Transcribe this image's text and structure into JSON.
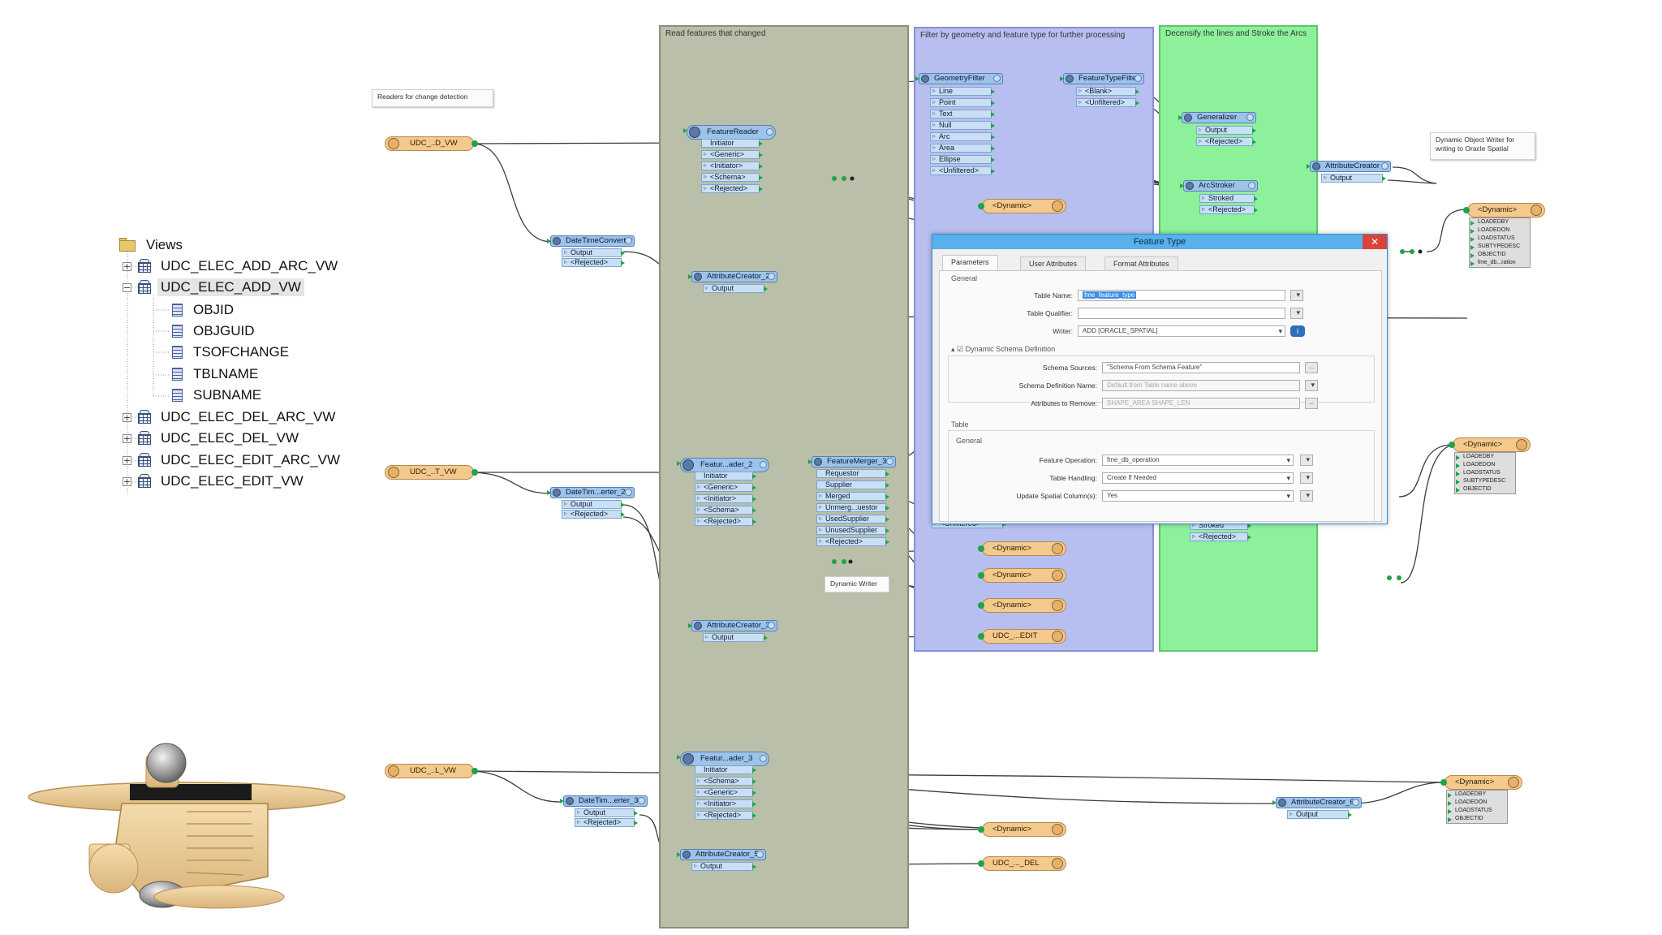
{
  "tree": {
    "root": "Views",
    "items": [
      {
        "label": "UDC_ELEC_ADD_ARC_VW",
        "expanded": false,
        "selected": false
      },
      {
        "label": "UDC_ELEC_ADD_VW",
        "expanded": true,
        "selected": true
      },
      {
        "label": "UDC_ELEC_DEL_ARC_VW",
        "expanded": false,
        "selected": false
      },
      {
        "label": "UDC_ELEC_DEL_VW",
        "expanded": false,
        "selected": false
      },
      {
        "label": "UDC_ELEC_EDIT_ARC_VW",
        "expanded": false,
        "selected": false
      },
      {
        "label": "UDC_ELEC_EDIT_VW",
        "expanded": false,
        "selected": false
      }
    ],
    "columns": [
      "OBJID",
      "OBJGUID",
      "TSOFCHANGE",
      "TBLNAME",
      "SUBNAME"
    ]
  },
  "bookmarks": {
    "read": "Read features that changed",
    "filter": "Filter by geometry and feature type for further processing",
    "densify": "Decensify the lines and Stroke the Arcs"
  },
  "colors": {
    "bookmark_read": "#b9bfa8",
    "bookmark_filter": "#b7bff0",
    "bookmark_densify": "#8df09a",
    "transformer": "#9cc3ea",
    "feature_type": "#f3c98e",
    "link": "#3c3c3c",
    "dialog_title": "#59b0ea"
  },
  "annotations": {
    "readers": "Readers for change detection",
    "writer": "Dynamic Object Writer for writing to Oracle Spatial",
    "dynamic_writer": "Dynamic Writer"
  },
  "readers": {
    "r1": "UDC_..D_VW",
    "r2": "UDC_..T_VW",
    "r3": "UDC_..L_VW"
  },
  "transformers": {
    "dtc1": {
      "name": "DateTimeConverter",
      "ports": [
        "Output",
        "<Rejected>"
      ]
    },
    "dtc2": {
      "name": "DateTim...erter_2",
      "ports": [
        "Output",
        "<Rejected>"
      ]
    },
    "dtc3": {
      "name": "DateTim...erter_3",
      "ports": [
        "Output",
        "<Rejected>"
      ]
    },
    "fr1": {
      "name": "FeatureReader",
      "ports": [
        "Initiator",
        "<Generic>",
        "<Initiator>",
        "<Schema>",
        "<Rejected>"
      ]
    },
    "fr2": {
      "name": "Featur...ader_2",
      "ports": [
        "Initiator",
        "<Generic>",
        "<Initiator>",
        "<Schema>",
        "<Rejected>"
      ]
    },
    "fr3": {
      "name": "Featur...ader_3",
      "ports": [
        "Initiator",
        "<Schema>",
        "<Generic>",
        "<Initiator>",
        "<Rejected>"
      ]
    },
    "ac2": {
      "name": "AttributeCreator_2",
      "ports": [
        "Output"
      ]
    },
    "ac3": {
      "name": "AttributeCreator_3",
      "ports": [
        "Output"
      ]
    },
    "ac5": {
      "name": "AttributeCreator_5",
      "ports": [
        "Output"
      ]
    },
    "ac6": {
      "name": "AttributeCreator_6",
      "ports": [
        "Output"
      ]
    },
    "ac": {
      "name": "AttributeCreator",
      "ports": [
        "Output"
      ]
    },
    "fm3": {
      "name": "FeatureMerger_3",
      "ports": [
        "Requestor",
        "Supplier",
        "Merged",
        "Unmerg...uestor",
        "UsedSupplier",
        "UnusedSupplier",
        "<Rejected>"
      ]
    },
    "gf": {
      "name": "GeometryFilter",
      "ports": [
        "Line",
        "Point",
        "Text",
        "Null",
        "Arc",
        "Area",
        "Ellipse",
        "<Unfiltered>"
      ]
    },
    "ftf": {
      "name": "FeatureTypeFilter",
      "ports": [
        "<Blank>",
        "<Unfiltered>"
      ]
    },
    "gen": {
      "name": "Generalizer",
      "ports": [
        "Output",
        "<Rejected>"
      ]
    },
    "as": {
      "name": "ArcStroker",
      "ports": [
        "Stroked",
        "<Rejected>"
      ]
    },
    "hidden_port": "<Unfiltered>",
    "partial_ports": [
      "Stroked",
      "<Rejected>"
    ]
  },
  "writers": {
    "dyn": "<Dynamic>",
    "edit": "UDC_...EDIT",
    "del": "UDC_..._DEL",
    "attr_list_full": [
      "LOADEDBY",
      "LOADEDON",
      "LOADSTATUS",
      "SUBTYPEDESC",
      "OBJECTID",
      "fme_db...ration"
    ],
    "attr_list_short": [
      "LOADEDBY",
      "LOADEDON",
      "LOADSTATUS",
      "SUBTYPEDESC",
      "OBJECTID"
    ],
    "attr_list_bottom": [
      "LOADEDBY",
      "LOADEDON",
      "LOADSTATUS",
      "OBJECTID"
    ]
  },
  "dialog": {
    "title": "Feature Type",
    "close": "✕",
    "tabs": [
      "Parameters",
      "User Attributes",
      "Format Attributes"
    ],
    "section_general": "General",
    "table_name_label": "Table Name:",
    "table_name_value": "fme_feature_type",
    "table_qualifier_label": "Table Qualifier:",
    "writer_label": "Writer:",
    "writer_value": "ADD [ORACLE_SPATIAL]",
    "dynamic_schema": "Dynamic Schema Definition",
    "schema_sources_label": "Schema Sources:",
    "schema_sources_value": "\"Schema From Schema Feature\"",
    "schema_def_label": "Schema Definition Name:",
    "schema_def_value": "Default from Table name above",
    "attr_remove_label": "Attributes to Remove:",
    "attr_remove_value": "SHAPE_AREA SHAPE_LEN",
    "section_table": "Table",
    "section_table_general": "General",
    "feature_op_label": "Feature Operation:",
    "feature_op_value": "fme_db_operation",
    "table_handling_label": "Table Handling:",
    "table_handling_value": "Create If Needed",
    "update_spatial_label": "Update Spatial Column(s):",
    "update_spatial_value": "Yes",
    "ellipsis": "..."
  }
}
